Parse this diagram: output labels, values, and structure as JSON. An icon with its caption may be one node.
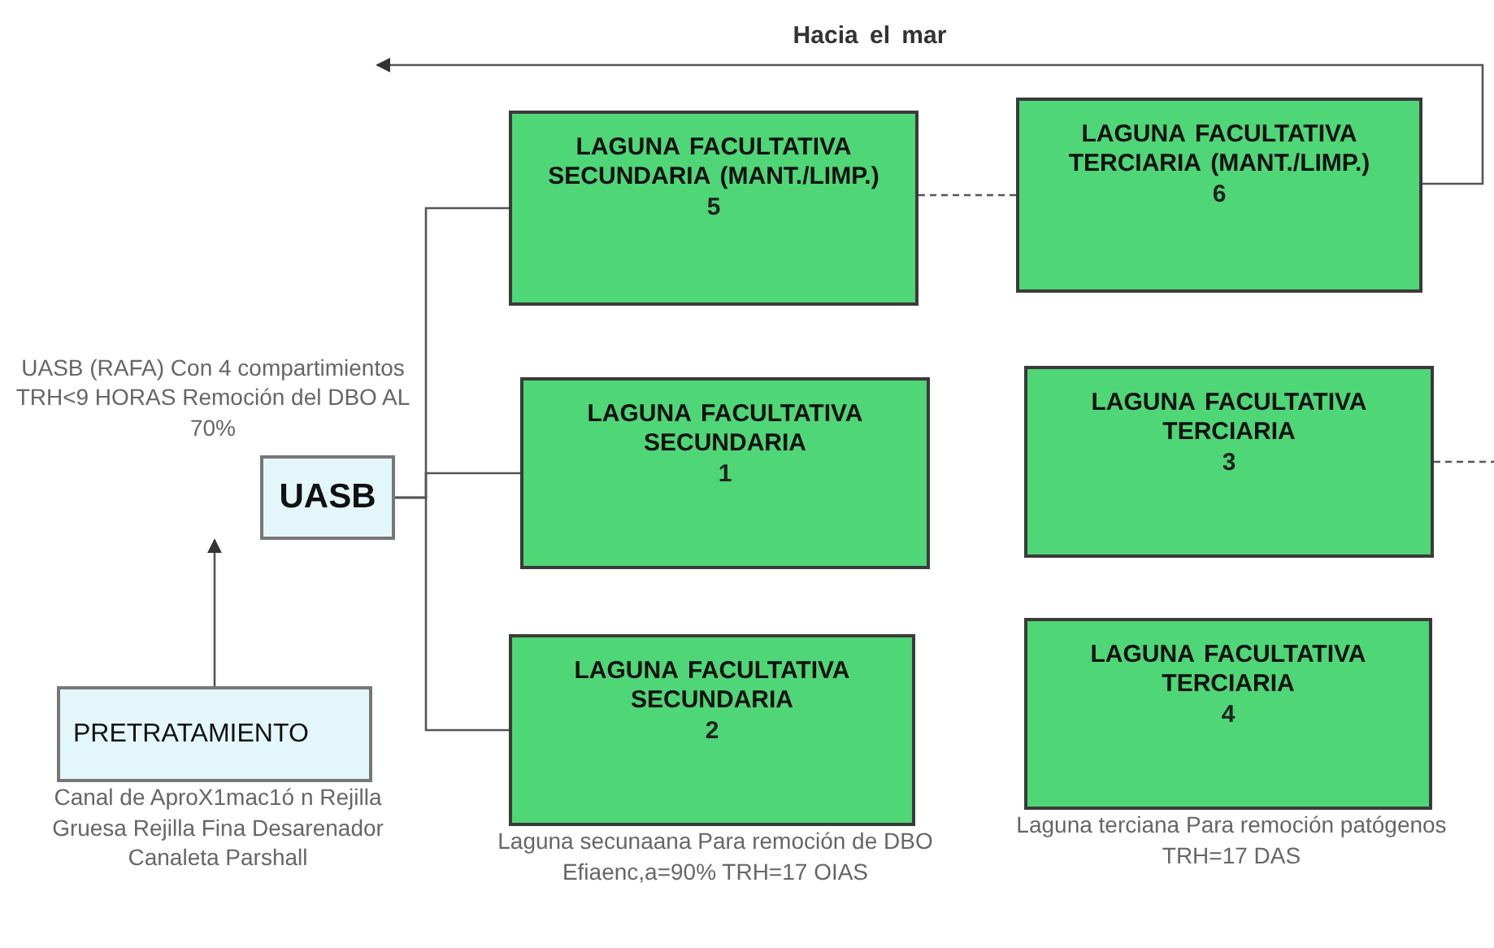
{
  "diagram": {
    "nodes": [
      {
        "text": [
          "PRETRATAMIENTO"
        ],
        "beside": [
          "Canal de AproX1mac1ó n Rejilla Gruesa Rejilla Fina Desarenador Canaleta Parshall"
        ]
      },
      {
        "text": [
          "UASB"
        ],
        "beside": [
          "UASB (RAFA) Con 4 compartimientos TRH<9 HORAS Remoción del DBO AL 70%"
        ]
      },
      {
        "text": [
          "LAGUNA FACULTATIVA SECUNDARIA (MANT./LIMP.)",
          "5"
        ]
      },
      {
        "text": [
          "LAGUNA FACULTATIVA TERCIARIA (MANT./LIMP.)",
          "6"
        ]
      },
      {
        "text": [
          "LAGUNA FACULTATIVA SECUNDARIA",
          "1"
        ]
      },
      {
        "text": [
          "LAGUNA FACULTATIVA TERCIARIA",
          "3"
        ]
      },
      {
        "text": [
          "LAGUNA FACULTATIVA SECUNDARIA",
          "2"
        ],
        "beside": [
          "Laguna secunaana Para remoción de DBO Efiaenc,a=90% TRH=17 OIAS"
        ]
      },
      {
        "text": [
          "LAGUNA FACULTATIVA TERCIARIA",
          "4"
        ],
        "beside": [
          "Laguna terciana Para remoción patógenos TRH=17 DAS"
        ]
      }
    ],
    "edges": [
      {
        "from": 0,
        "to": 1,
        "arrow": "to"
      },
      {
        "from": 1,
        "to": 2,
        "arrow": "none"
      },
      {
        "from": 1,
        "to": 4,
        "arrow": "none"
      },
      {
        "from": 1,
        "to": 6,
        "arrow": "none"
      },
      {
        "from": 2,
        "to": 3,
        "arrow": "none",
        "style": "dashed"
      },
      {
        "from": 5,
        "to": null,
        "arrow": "none",
        "style": "dashed"
      },
      {
        "from": 3,
        "to": null,
        "arrow": "to",
        "label": "Hacia el mar"
      }
    ]
  }
}
